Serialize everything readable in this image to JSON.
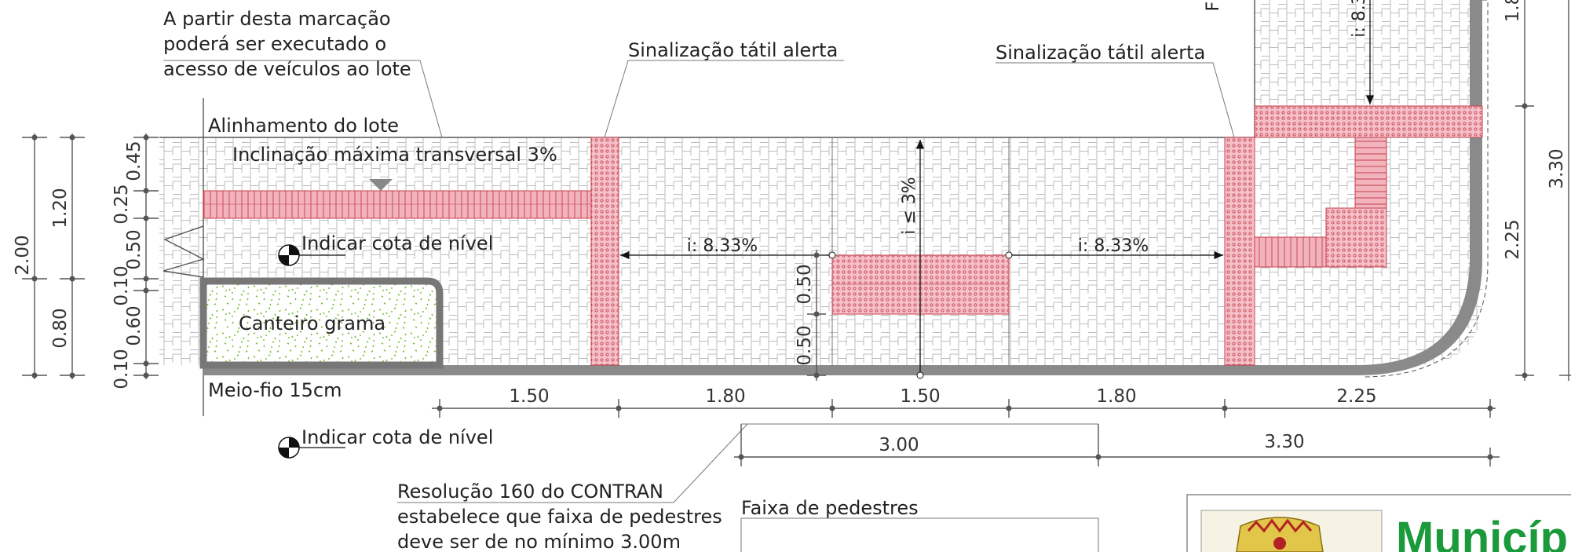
{
  "notes": {
    "access_note": [
      "A partir desta marcação",
      "poderá ser executado o",
      "acesso de veículos ao lote"
    ],
    "tactile_left": "Sinalização tátil alerta",
    "tactile_right": "Sinalização tátil alerta",
    "lot_alignment": "Alinhamento do lote",
    "max_slope": "Inclinação máxima transversal 3%",
    "level_mark_1": "Indicar cota de nível",
    "level_mark_2": "Indicar cota de nível",
    "grass_bed": "Canteiro grama",
    "curb": "Meio-fio 15cm",
    "contran_note": [
      "Resolução 160 do CONTRAN",
      "estabelece que faixa de pedestres",
      "deve ser de no mínimo 3.00m"
    ],
    "crosswalk": "Faixa de pedestres",
    "partial_top_letter": "F"
  },
  "slopes": {
    "ramp_left": "i: 8.33%",
    "ramp_right": "i: 8.33%",
    "center": "i ≤ 3%",
    "top_partial": "i: 8.3"
  },
  "dims_left": {
    "total": "2.00",
    "upper": "1.20",
    "lower": "0.80",
    "d045": "0.45",
    "d025": "0.25",
    "d050": "0.50",
    "d010a": "0.10",
    "d060": "0.60",
    "d010b": "0.10"
  },
  "dims_bottom": {
    "b1": "1.50",
    "b2": "1.80",
    "b3": "1.50",
    "b4": "1.80",
    "b5": "2.25",
    "c1": "3.00",
    "c2": "3.30"
  },
  "dims_center": {
    "v1": "0.50",
    "v2": "0.50"
  },
  "dims_right": {
    "r1": "2.25",
    "r2": "3.30",
    "r3_partial": "1.8"
  },
  "title_block": {
    "partial_title": "Municíp"
  },
  "colors": {
    "tactile_fill": "#f2b3bd",
    "tactile_stroke": "#c4404e",
    "grass_dot": "#7cc13a",
    "curb_gray": "#8a8a8a",
    "title_green": "#1a9a3a"
  }
}
